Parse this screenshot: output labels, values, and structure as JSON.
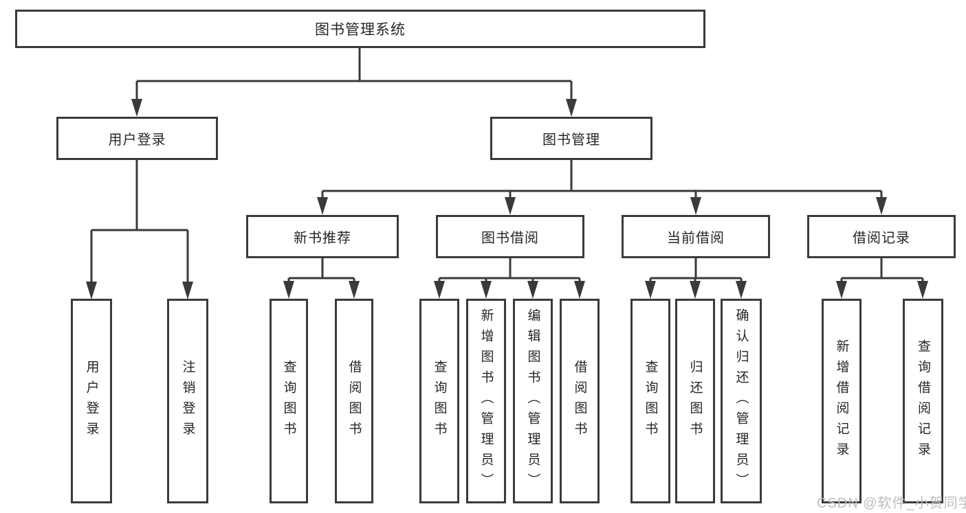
{
  "tree": {
    "label": "图书管理系统",
    "children": [
      {
        "label": "用户登录",
        "children": [
          {
            "label": "用户登录"
          },
          {
            "label": "注销登录"
          }
        ]
      },
      {
        "label": "图书管理",
        "children": [
          {
            "label": "新书推荐",
            "children": [
              {
                "label": "查询图书"
              },
              {
                "label": "借阅图书"
              }
            ]
          },
          {
            "label": "图书借阅",
            "children": [
              {
                "label": "查询图书"
              },
              {
                "label": "新增图书（管理员）"
              },
              {
                "label": "编辑图书（管理员）"
              },
              {
                "label": "借阅图书"
              }
            ]
          },
          {
            "label": "当前借阅",
            "children": [
              {
                "label": "查询图书"
              },
              {
                "label": "归还图书"
              },
              {
                "label": "确认归还（管理员）"
              }
            ]
          },
          {
            "label": "借阅记录",
            "children": [
              {
                "label": "新增借阅记录"
              },
              {
                "label": "查询借阅记录"
              }
            ]
          }
        ]
      }
    ]
  },
  "watermark": "CSDN @软件_小贺同学",
  "colors": {
    "line": "#3a3a3a",
    "text": "#262626",
    "watermark": "#bdbdbd",
    "background": "#ffffff"
  }
}
